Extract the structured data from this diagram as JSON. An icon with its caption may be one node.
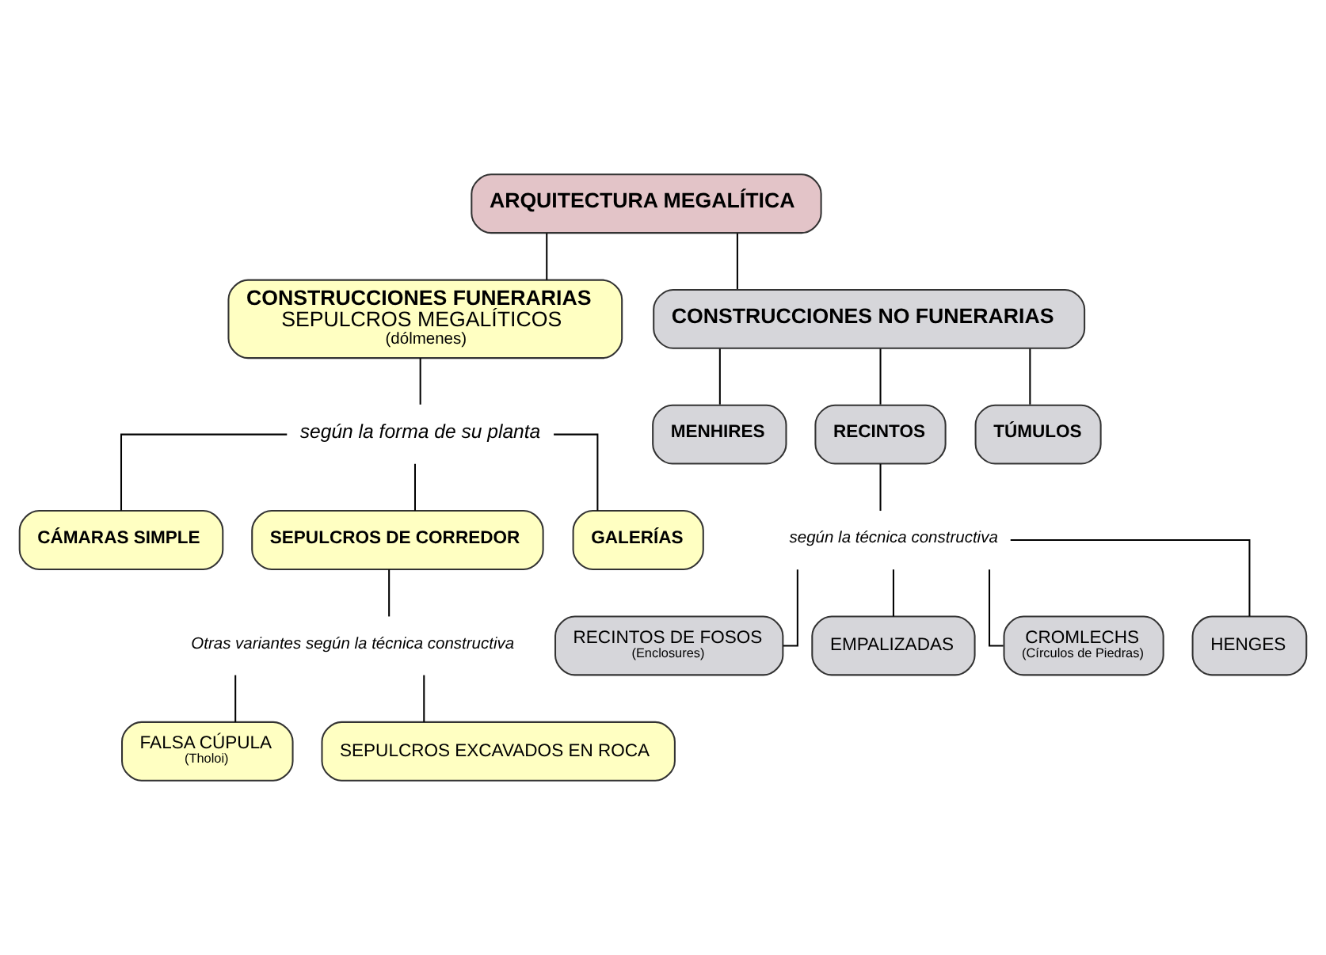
{
  "diagram": {
    "nodes": [
      {
        "text": [
          "ARQUITECTURA MEGALÍTICA"
        ]
      },
      {
        "text": [
          "CONSTRUCCIONES FUNERARIAS",
          "SEPULCROS MEGALÍTICOS",
          "(dólmenes)"
        ]
      },
      {
        "text": [
          "CONSTRUCCIONES NO FUNERARIAS"
        ]
      },
      {
        "text": [
          "según la forma de su planta"
        ]
      },
      {
        "text": [
          "CÁMARAS SIMPLE"
        ]
      },
      {
        "text": [
          "SEPULCROS DE CORREDOR"
        ]
      },
      {
        "text": [
          "GALERÍAS"
        ]
      },
      {
        "text": [
          "Otras variantes según la técnica constructiva"
        ]
      },
      {
        "text": [
          "FALSA CÚPULA",
          "(Tholoi)"
        ]
      },
      {
        "text": [
          "SEPULCROS EXCAVADOS EN ROCA"
        ]
      },
      {
        "text": [
          "MENHIRES"
        ]
      },
      {
        "text": [
          "RECINTOS"
        ]
      },
      {
        "text": [
          "TÚMULOS"
        ]
      },
      {
        "text": [
          "según la técnica constructiva"
        ]
      },
      {
        "text": [
          "RECINTOS DE FOSOS",
          "(Enclosures)"
        ]
      },
      {
        "text": [
          "EMPALIZADAS"
        ]
      },
      {
        "text": [
          "CROMLECHS",
          "(Círculos de Piedras)"
        ]
      },
      {
        "text": [
          "HENGES"
        ]
      }
    ],
    "edges": [
      {
        "from": 0,
        "to": 1,
        "arrow": "none"
      },
      {
        "from": 0,
        "to": 2,
        "arrow": "none"
      },
      {
        "from": 1,
        "to": 3,
        "arrow": "none"
      },
      {
        "from": 3,
        "to": 4,
        "arrow": "none"
      },
      {
        "from": 3,
        "to": 5,
        "arrow": "none"
      },
      {
        "from": 3,
        "to": 6,
        "arrow": "none"
      },
      {
        "from": 5,
        "to": 7,
        "arrow": "none"
      },
      {
        "from": 7,
        "to": 8,
        "arrow": "none"
      },
      {
        "from": 7,
        "to": 9,
        "arrow": "none"
      },
      {
        "from": 2,
        "to": 10,
        "arrow": "none"
      },
      {
        "from": 2,
        "to": 11,
        "arrow": "none"
      },
      {
        "from": 2,
        "to": 12,
        "arrow": "none"
      },
      {
        "from": 11,
        "to": 13,
        "arrow": "none"
      },
      {
        "from": 13,
        "to": 14,
        "arrow": "none"
      },
      {
        "from": 13,
        "to": 15,
        "arrow": "none"
      },
      {
        "from": 13,
        "to": 16,
        "arrow": "none"
      },
      {
        "from": 13,
        "to": 17,
        "arrow": "none"
      }
    ]
  }
}
